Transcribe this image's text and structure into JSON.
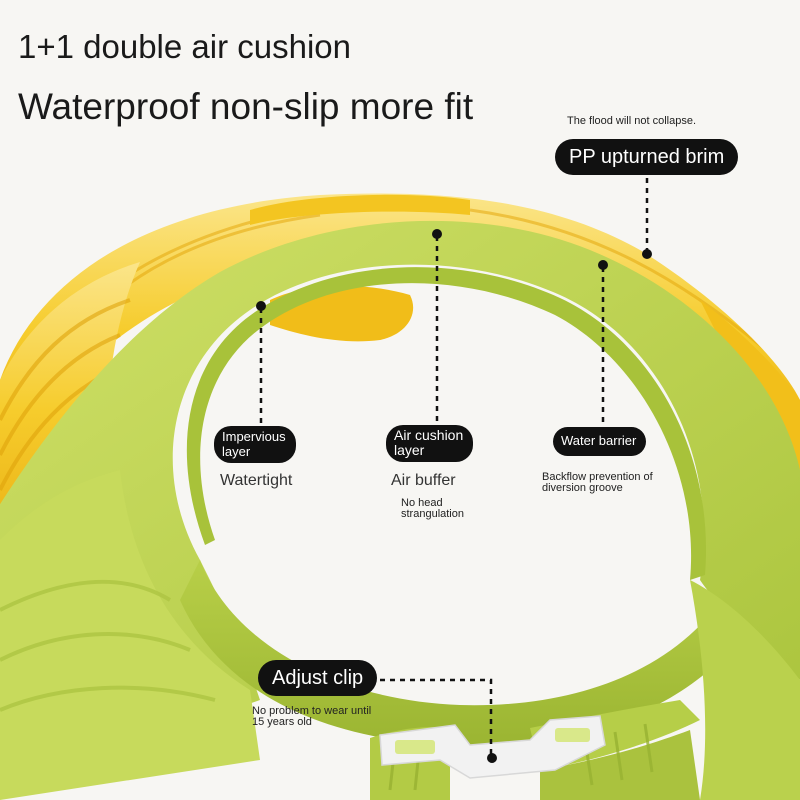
{
  "headline": {
    "line1": "1+1 double air cushion",
    "line2": "Waterproof non-slip more fit"
  },
  "callouts": {
    "brim": {
      "note": "The flood will not collapse.",
      "label": "PP upturned brim"
    },
    "impervious": {
      "label_line1": "Impervious",
      "label_line2": "layer",
      "caption": "Watertight"
    },
    "air_cushion": {
      "label_line1": "Air cushion",
      "label_line2": "layer",
      "caption": "Air buffer",
      "note_line1": "No head",
      "note_line2": "strangulation"
    },
    "water_barrier": {
      "label": "Water barrier",
      "note_line1": "Backflow prevention of",
      "note_line2": "diversion groove"
    },
    "adjust_clip": {
      "label": "Adjust clip",
      "note_line1": "No problem to wear until",
      "note_line2": "15 years old"
    }
  },
  "colors": {
    "background": "#f7f6f3",
    "green_brim": "#bcd34f",
    "green_shadow": "#9fbb36",
    "yellow_cushion": "#f4c21c",
    "yellow_highlight": "#fbe58a",
    "label_bg": "#111111",
    "buckle": "#f2f2f2"
  }
}
